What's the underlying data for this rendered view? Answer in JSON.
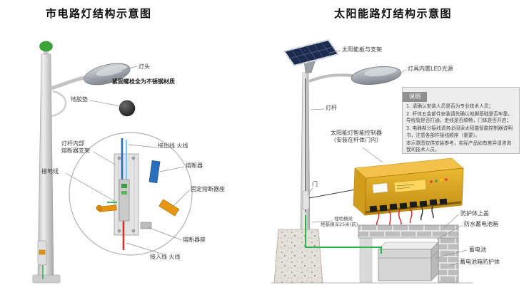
{
  "left": {
    "title": "市电路灯结构示意图",
    "labels": {
      "lamp_head": "灯头",
      "bolts": "紧固螺栓全为不锈钢材质",
      "rubber_pad": "地胶垫",
      "fuse_bracket_l1": "灯杆内部",
      "fuse_bracket_l2": "熔断器支架",
      "ground_wire": "接地线",
      "out_wire": "接出线 火线",
      "fuse": "熔断器",
      "fixed_fuse_holder": "固定熔断器座",
      "fuse_holder": "熔断器座",
      "in_wire": "接入线 火线"
    }
  },
  "right": {
    "title": "太阳能路灯结构示意图",
    "labels": {
      "solar_panel": "太阳能板与支架",
      "led_lamp": "灯具内置LED光源",
      "pole": "灯杆",
      "controller_l1": "太阳能灯智能控制器",
      "controller_l2": "（安装在杆体门内）",
      "door": "门",
      "beam_l1": "埋地横梁",
      "beam_l2": "地基横深25米(前)",
      "cover": "防护体上盖",
      "waterproof_box": "防水蓄电池箱",
      "battery": "蓄电池",
      "box_guard": "蓄电池箱防护体"
    },
    "notes": {
      "title": "说明",
      "items": [
        "1. 请确认安装人员是否为专业技术人员；",
        "2. 杆体五金部件安装请先确认地脚基础是否牢靠，导线管是否打通，走线是否顺畅，门体是否开启；",
        "3. 电器部分接线请务必阅读太阳能智能控制器说明书，注意各部件接线顺序（重要）。",
        "本示意图仅供安装参考，实际产品如有差异请咨询我司技术人员。"
      ]
    }
  }
}
